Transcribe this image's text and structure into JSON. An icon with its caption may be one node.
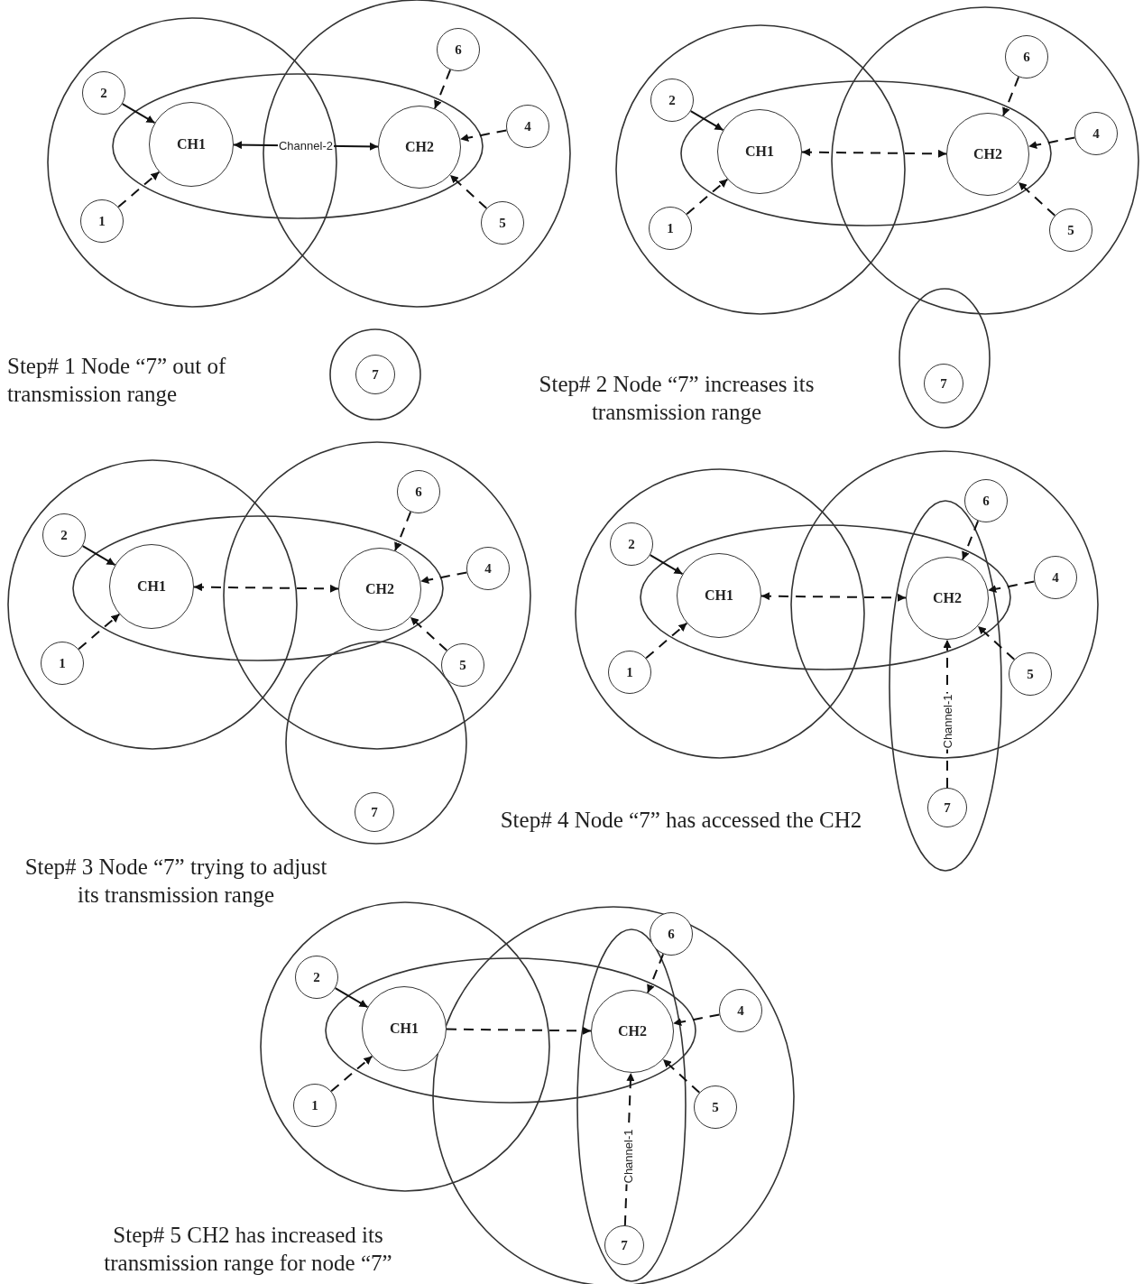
{
  "diagram": {
    "nodes": [
      {
        "text": [
          "2"
        ]
      },
      {
        "text": [
          "1"
        ]
      },
      {
        "text": [
          "CH1"
        ]
      },
      {
        "text": [
          "CH2"
        ]
      },
      {
        "text": [
          "6"
        ]
      },
      {
        "text": [
          "4"
        ]
      },
      {
        "text": [
          "5"
        ]
      },
      {
        "text": [
          "7"
        ]
      },
      {
        "text": [
          "2"
        ]
      },
      {
        "text": [
          "1"
        ]
      },
      {
        "text": [
          "CH1"
        ]
      },
      {
        "text": [
          "CH2"
        ]
      },
      {
        "text": [
          "6"
        ]
      },
      {
        "text": [
          "4"
        ]
      },
      {
        "text": [
          "5"
        ]
      },
      {
        "text": [
          "7"
        ]
      },
      {
        "text": [
          "2"
        ]
      },
      {
        "text": [
          "1"
        ]
      },
      {
        "text": [
          "CH1"
        ]
      },
      {
        "text": [
          "CH2"
        ]
      },
      {
        "text": [
          "6"
        ]
      },
      {
        "text": [
          "4"
        ]
      },
      {
        "text": [
          "5"
        ]
      },
      {
        "text": [
          "7"
        ]
      },
      {
        "text": [
          "2"
        ]
      },
      {
        "text": [
          "1"
        ]
      },
      {
        "text": [
          "CH1"
        ]
      },
      {
        "text": [
          "CH2"
        ]
      },
      {
        "text": [
          "6"
        ]
      },
      {
        "text": [
          "4"
        ]
      },
      {
        "text": [
          "5"
        ]
      },
      {
        "text": [
          "7"
        ]
      },
      {
        "text": [
          "2"
        ]
      },
      {
        "text": [
          "1"
        ]
      },
      {
        "text": [
          "CH1"
        ]
      },
      {
        "text": [
          "CH2"
        ]
      },
      {
        "text": [
          "6"
        ]
      },
      {
        "text": [
          "4"
        ]
      },
      {
        "text": [
          "5"
        ]
      },
      {
        "text": [
          "7"
        ]
      }
    ],
    "edges": [
      {
        "from": 0,
        "to": 2,
        "arrow": "to"
      },
      {
        "from": 1,
        "to": 2,
        "arrow": "to",
        "style": "dashed"
      },
      {
        "from": 4,
        "to": 3,
        "arrow": "to",
        "style": "dashed"
      },
      {
        "from": 5,
        "to": 3,
        "arrow": "to",
        "style": "dashed"
      },
      {
        "from": 6,
        "to": 3,
        "arrow": "to",
        "style": "dashed"
      },
      {
        "from": 2,
        "to": 3,
        "arrow": "both",
        "label": "Channel-2"
      },
      {
        "from": 8,
        "to": 10,
        "arrow": "to"
      },
      {
        "from": 9,
        "to": 10,
        "arrow": "to",
        "style": "dashed"
      },
      {
        "from": 12,
        "to": 11,
        "arrow": "to",
        "style": "dashed"
      },
      {
        "from": 13,
        "to": 11,
        "arrow": "to",
        "style": "dashed"
      },
      {
        "from": 14,
        "to": 11,
        "arrow": "to",
        "style": "dashed"
      },
      {
        "from": 10,
        "to": 11,
        "arrow": "both",
        "style": "dashed"
      },
      {
        "from": 16,
        "to": 18,
        "arrow": "to"
      },
      {
        "from": 17,
        "to": 18,
        "arrow": "to",
        "style": "dashed"
      },
      {
        "from": 20,
        "to": 19,
        "arrow": "to",
        "style": "dashed"
      },
      {
        "from": 21,
        "to": 19,
        "arrow": "to",
        "style": "dashed"
      },
      {
        "from": 22,
        "to": 19,
        "arrow": "to",
        "style": "dashed"
      },
      {
        "from": 18,
        "to": 19,
        "arrow": "both",
        "style": "dashed"
      },
      {
        "from": 24,
        "to": 26,
        "arrow": "to"
      },
      {
        "from": 25,
        "to": 26,
        "arrow": "to",
        "style": "dashed"
      },
      {
        "from": 28,
        "to": 27,
        "arrow": "to",
        "style": "dashed"
      },
      {
        "from": 29,
        "to": 27,
        "arrow": "to",
        "style": "dashed"
      },
      {
        "from": 30,
        "to": 27,
        "arrow": "to",
        "style": "dashed"
      },
      {
        "from": 26,
        "to": 27,
        "arrow": "both",
        "style": "dashed"
      },
      {
        "from": 31,
        "to": 27,
        "arrow": "to",
        "style": "dashed",
        "label": "Channel-1"
      },
      {
        "from": 32,
        "to": 34,
        "arrow": "to"
      },
      {
        "from": 33,
        "to": 34,
        "arrow": "to",
        "style": "dashed"
      },
      {
        "from": 36,
        "to": 35,
        "arrow": "to",
        "style": "dashed"
      },
      {
        "from": 37,
        "to": 35,
        "arrow": "to",
        "style": "dashed"
      },
      {
        "from": 38,
        "to": 35,
        "arrow": "to",
        "style": "dashed"
      },
      {
        "from": 34,
        "to": 35,
        "arrow": "to",
        "style": "dashed"
      },
      {
        "from": 39,
        "to": 35,
        "arrow": "to",
        "style": "dashed",
        "label": "Channel-1"
      }
    ],
    "labels": [
      "Step# 1  Node “7” out of transmission range",
      "Step# 2  Node “7” increases its transmission range",
      "Step# 3  Node “7” trying to adjust its transmission range",
      "Step# 4  Node “7” has accessed the CH2",
      "Step# 5  CH2  has increased its transmission range for node “7”"
    ]
  }
}
